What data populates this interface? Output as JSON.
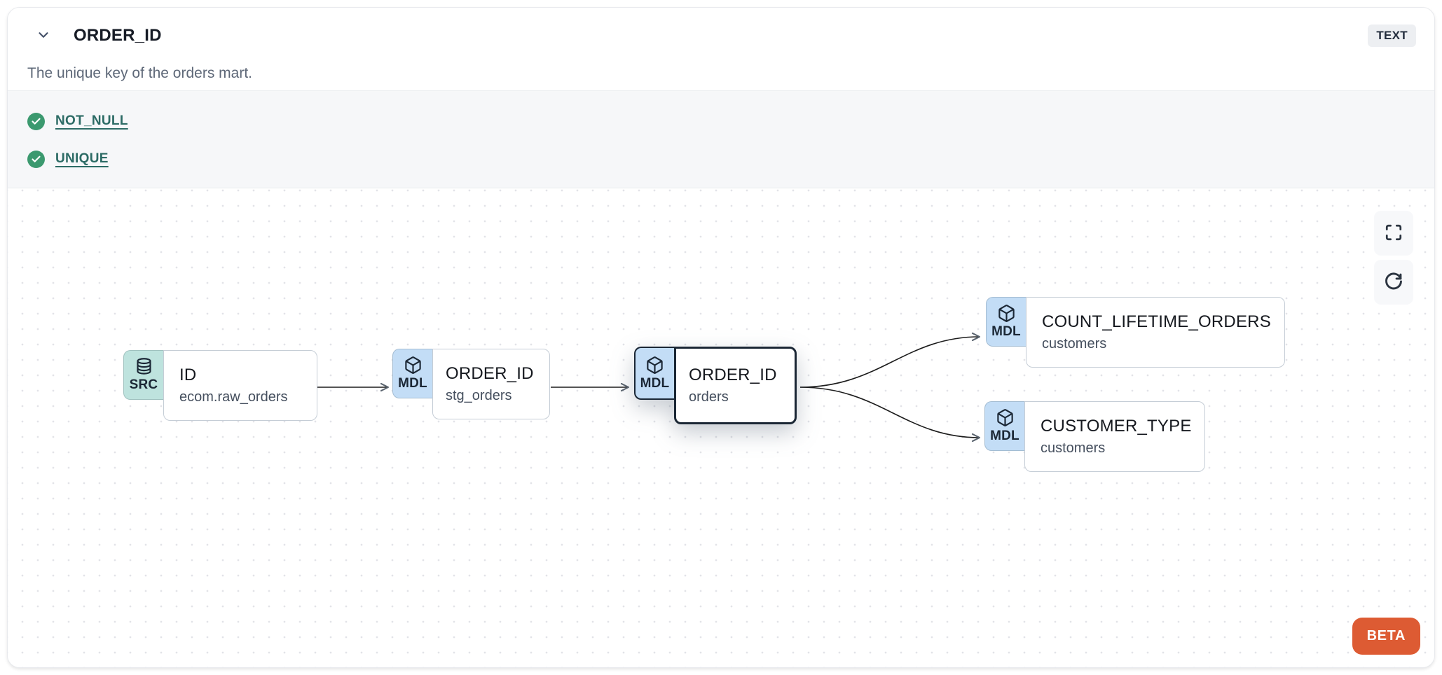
{
  "header": {
    "title": "ORDER_ID",
    "type_badge": "TEXT",
    "description": "The unique key of the orders mart."
  },
  "tests": {
    "items": [
      {
        "label": "NOT_NULL",
        "status": "pass",
        "icon": "check-circle-icon"
      },
      {
        "label": "UNIQUE",
        "status": "pass",
        "icon": "check-circle-icon"
      }
    ]
  },
  "canvas": {
    "controls": [
      {
        "name": "fullscreen-button",
        "icon": "fullscreen-icon"
      },
      {
        "name": "refresh-button",
        "icon": "refresh-icon"
      }
    ],
    "nodes": [
      {
        "badge": "SRC",
        "icon": "database-icon",
        "title": "ID",
        "subtitle": "ecom.raw_orders",
        "selected": false
      },
      {
        "badge": "MDL",
        "icon": "cube-icon",
        "title": "ORDER_ID",
        "subtitle": "stg_orders",
        "selected": false
      },
      {
        "badge": "MDL",
        "icon": "cube-icon",
        "title": "ORDER_ID",
        "subtitle": "orders",
        "selected": true
      },
      {
        "badge": "MDL",
        "icon": "cube-icon",
        "title": "COUNT_LIFETIME_ORDERS",
        "subtitle": "customers",
        "selected": false
      },
      {
        "badge": "MDL",
        "icon": "cube-icon",
        "title": "CUSTOMER_TYPE",
        "subtitle": "customers",
        "selected": false
      }
    ],
    "edges": [
      {
        "from": 0,
        "to": 1
      },
      {
        "from": 1,
        "to": 2
      },
      {
        "from": 2,
        "to": 3
      },
      {
        "from": 2,
        "to": 4
      }
    ],
    "beta_label": "BETA"
  },
  "colors": {
    "check_green": "#3b996f",
    "test_link_teal": "#2c6b65",
    "src_badge_bg": "#bee3de",
    "mdl_badge_bg": "#c3ddf6",
    "selected_border": "#1b2735",
    "node_border": "#c5cdd6",
    "beta_orange": "#dd5b33",
    "type_badge_bg": "#edeff2",
    "tests_section_bg": "#f6f7f9"
  }
}
